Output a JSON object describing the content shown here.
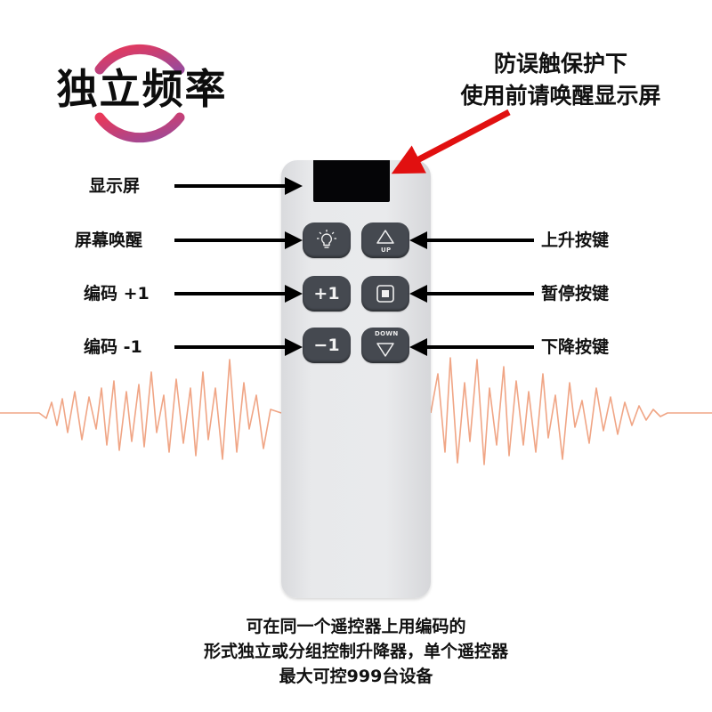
{
  "badge": {
    "title": "独立频率"
  },
  "warning": {
    "line1": "防误触保护下",
    "line2": "使用前请唤醒显示屏"
  },
  "left_labels": {
    "display": "显示屏",
    "wake": "屏幕唤醒",
    "code_plus": "编码  +1",
    "code_minus": "编码  -1"
  },
  "right_labels": {
    "up": "上升按键",
    "pause": "暂停按键",
    "down": "下降按键"
  },
  "remote": {
    "plus_label": "+1",
    "minus_label": "−1",
    "up_text": "UP",
    "down_text": "DOWN"
  },
  "caption": {
    "line1": "可在同一个遥控器上用编码的",
    "line2": "形式独立或分组控制升降器，单个遥控器",
    "line3": "最大可控999台设备"
  },
  "colors": {
    "arrow": "#000000",
    "red_arrow": "#e11010",
    "wave": "#f0a585",
    "badge_ring_start": "#e8385a",
    "badge_ring_end": "#9a4a9a",
    "button": "#454950"
  }
}
